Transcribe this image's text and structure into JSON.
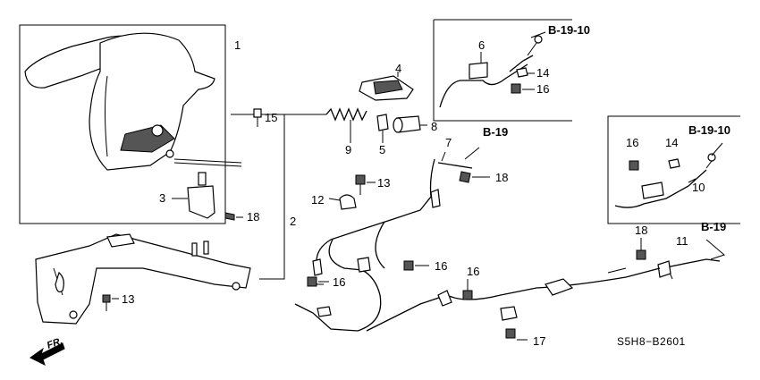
{
  "diagram": {
    "part_labels": [
      "1",
      "2",
      "3",
      "4",
      "5",
      "6",
      "7",
      "8",
      "9",
      "10",
      "11",
      "12",
      "13",
      "13",
      "14",
      "14",
      "15",
      "16",
      "16",
      "16",
      "16",
      "16",
      "17",
      "18",
      "18"
    ],
    "refs": {
      "b1910_top": "B-19-10",
      "b1910_right": "B-19-10",
      "b19_mid": "B-19",
      "b19_right": "B-19"
    },
    "code": "S5H8−B2601",
    "front_label": "FR."
  }
}
